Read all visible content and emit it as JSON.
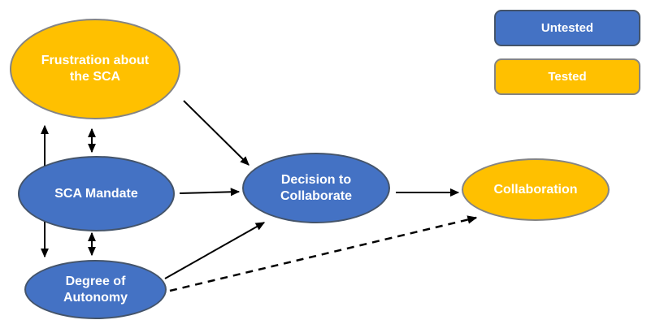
{
  "diagram": {
    "title": "",
    "nodes": [
      {
        "id": "frustration-about-the-sca",
        "label": "Frustration about the SCA",
        "shape": "ellipse",
        "status": "tested",
        "fill": "#FFC000"
      },
      {
        "id": "sca-mandate",
        "label": "SCA Mandate",
        "shape": "ellipse",
        "status": "untested",
        "fill": "#4472C4"
      },
      {
        "id": "degree-of-autonomy",
        "label": "Degree of Autonomy",
        "shape": "ellipse",
        "status": "untested",
        "fill": "#4472C4"
      },
      {
        "id": "decision-to-collaborate",
        "label": "Decision to Collaborate",
        "shape": "ellipse",
        "status": "untested",
        "fill": "#4472C4"
      },
      {
        "id": "collaboration",
        "label": "Collaboration",
        "shape": "ellipse",
        "status": "tested",
        "fill": "#FFC000"
      }
    ],
    "edges": [
      {
        "from": "Frustration about the SCA",
        "to": "Decision to Collaborate",
        "style": "solid",
        "direction": "one-way"
      },
      {
        "from": "Frustration about the SCA",
        "to": "Degree of Autonomy",
        "style": "solid",
        "direction": "two-way"
      },
      {
        "from": "Frustration about the SCA",
        "to": "SCA Mandate",
        "style": "solid",
        "direction": "two-way"
      },
      {
        "from": "SCA Mandate",
        "to": "Degree of Autonomy",
        "style": "solid",
        "direction": "two-way"
      },
      {
        "from": "SCA Mandate",
        "to": "Decision to Collaborate",
        "style": "solid",
        "direction": "one-way"
      },
      {
        "from": "Degree of Autonomy",
        "to": "Decision to Collaborate",
        "style": "solid",
        "direction": "one-way"
      },
      {
        "from": "Decision to Collaborate",
        "to": "Collaboration",
        "style": "solid",
        "direction": "one-way"
      },
      {
        "from": "Degree of Autonomy",
        "to": "Collaboration",
        "style": "dashed",
        "direction": "one-way"
      }
    ]
  },
  "legend": {
    "items": [
      {
        "label": "Untested",
        "color": "#4472C4"
      },
      {
        "label": "Tested",
        "color": "#FFC000"
      }
    ]
  },
  "colors": {
    "untested_fill": "#4472C4",
    "tested_fill": "#FFC000",
    "blue_outline": "#44546A",
    "gold_outline": "#848484",
    "arrow": "#000000",
    "node_text": "#FFFFFF",
    "background": "#FFFFFF"
  }
}
